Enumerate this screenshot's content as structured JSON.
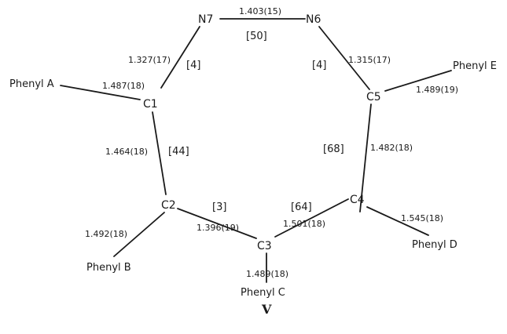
{
  "atoms": {
    "n7": "N7",
    "n6": "N6",
    "c1": "C1",
    "c5": "C5",
    "c2": "C2",
    "c4": "C4",
    "c3": "C3"
  },
  "substituents": {
    "phenyl_a": "Phenyl A",
    "phenyl_b": "Phenyl B",
    "phenyl_c": "Phenyl C",
    "phenyl_d": "Phenyl D",
    "phenyl_e": "Phenyl E"
  },
  "bond_lengths": {
    "n7_n6": "1.403(15)",
    "n7_c1": "1.327(17)",
    "n6_c5": "1.315(17)",
    "c1_phenyl_a": "1.487(18)",
    "c5_phenyl_e": "1.489(19)",
    "c1_c2": "1.464(18)",
    "c5_c4": "1.482(18)",
    "c2_phenyl_b": "1.492(18)",
    "c2_c3": "1.396(19)",
    "c3_c4": "1.501(18)",
    "c4_phenyl_d": "1.545(18)",
    "c3_phenyl_c": "1.489(18)"
  },
  "dihedral_angles": {
    "n7_n6": "[50]",
    "n7_c1": "[4]",
    "n6_c5": "[4]",
    "c1_c2": "[44]",
    "c5_c4": "[68]",
    "c2_c3": "[3]",
    "c3_c4": "[64]"
  },
  "caption": "V"
}
